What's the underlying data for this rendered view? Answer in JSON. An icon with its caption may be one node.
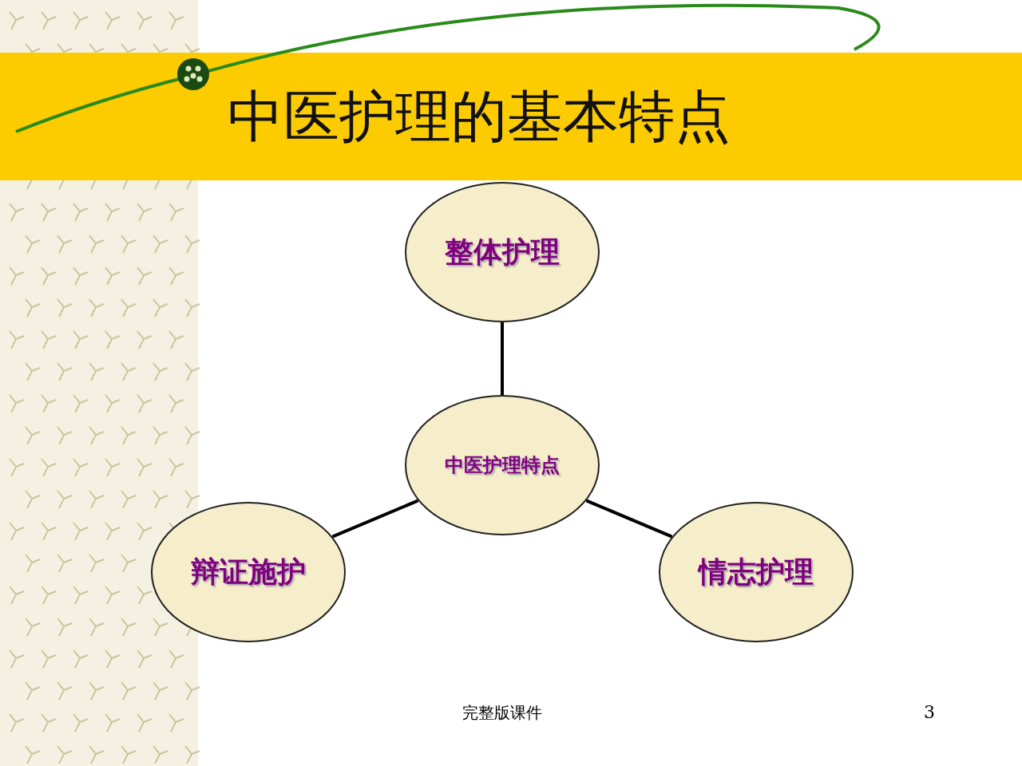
{
  "diagram": {
    "title": "中医护理的基本特点",
    "nodes": [
      {
        "text": [
          "整体护理"
        ]
      },
      {
        "text": [
          "中医护理特点"
        ]
      },
      {
        "text": [
          "辩证施护"
        ]
      },
      {
        "text": [
          "情志护理"
        ]
      }
    ],
    "edges": [
      {
        "from": 1,
        "to": 0,
        "arrow": "none"
      },
      {
        "from": 1,
        "to": 2,
        "arrow": "none"
      },
      {
        "from": 1,
        "to": 3,
        "arrow": "none"
      }
    ],
    "labels": [
      "完整版课件",
      "3"
    ]
  }
}
